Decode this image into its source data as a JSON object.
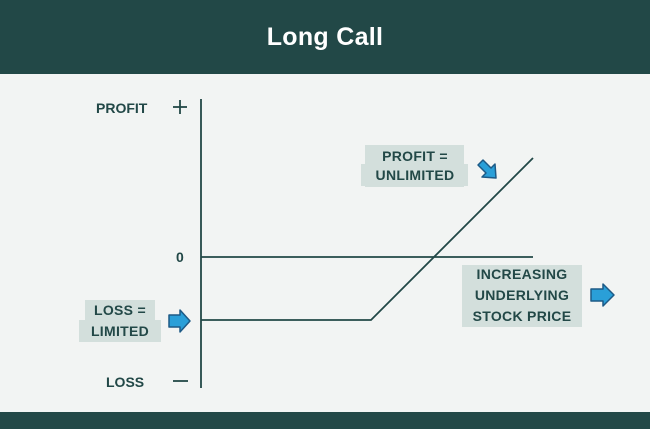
{
  "header": {
    "title": "Long Call"
  },
  "axis": {
    "profit_label": "PROFIT",
    "zero_label": "0",
    "loss_label": "LOSS",
    "profit_sign": "+",
    "loss_sign": "—"
  },
  "callouts": {
    "profit": [
      "PROFIT =",
      "UNLIMITED"
    ],
    "loss": [
      "LOSS =",
      "LIMITED"
    ],
    "stock": [
      "INCREASING",
      "UNDERLYING",
      "STOCK PRICE"
    ]
  },
  "colors": {
    "header_bg": "#224847",
    "accent_arrow": "#2a9fd8",
    "callout_bg": "#d3dfdc"
  },
  "icons": [
    "arrow-down-right-icon",
    "arrow-right-icon"
  ]
}
